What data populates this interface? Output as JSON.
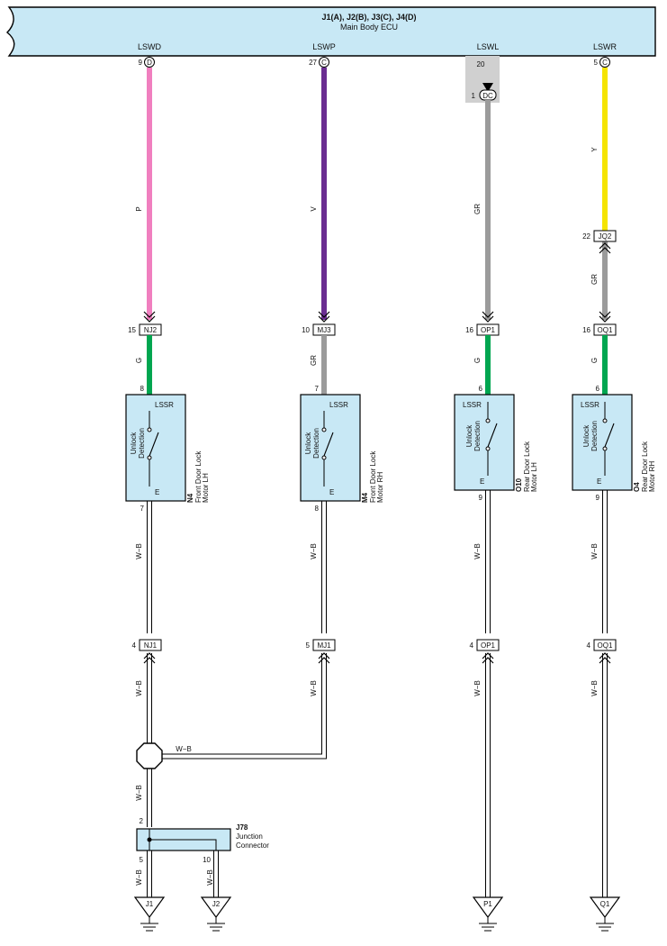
{
  "ecu": {
    "title": "J1(A), J2(B), J3(C), J4(D)",
    "subtitle": "Main Body ECU",
    "terminals": [
      {
        "label": "LSWD",
        "pin": "9",
        "conn": "D"
      },
      {
        "label": "LSWP",
        "pin": "27",
        "conn": "C"
      },
      {
        "label": "LSWL",
        "pin": "20",
        "conn": ""
      },
      {
        "label": "LSWR",
        "pin": "5",
        "conn": "C"
      }
    ]
  },
  "dc_connector": {
    "pin": "1",
    "name": "DC"
  },
  "wire_colors": {
    "P": "#f07fbf",
    "V": "#6a2d91",
    "GR": "#9b9b9b",
    "Y": "#f5e400",
    "G": "#00a650",
    "W-B": "#ffffff"
  },
  "box_fill": "#c8e8f5",
  "top_wire_labels": [
    "P",
    "V",
    "GR",
    "Y"
  ],
  "jq2": {
    "pin": "22",
    "name": "JQ2",
    "lower_wire": "GR"
  },
  "upper_connectors": [
    {
      "pin": "15",
      "name": "NJ2"
    },
    {
      "pin": "10",
      "name": "MJ3"
    },
    {
      "pin": "16",
      "name": "OP1"
    },
    {
      "pin": "16",
      "name": "OQ1"
    }
  ],
  "motor_wire_labels": [
    "G",
    "GR",
    "G",
    "G"
  ],
  "motors": [
    {
      "id": "N4",
      "name_line1": "Front Door Lock",
      "name_line2": "Motor LH",
      "top_pin": "8",
      "bottom_pin": "7",
      "lssr": "LSSR",
      "e": "E",
      "detect1": "Unlock",
      "detect2": "Detection"
    },
    {
      "id": "M4",
      "name_line1": "Front Door Lock",
      "name_line2": "Motor RH",
      "top_pin": "7",
      "bottom_pin": "8",
      "lssr": "LSSR",
      "e": "E",
      "detect1": "Unlock",
      "detect2": "Detection"
    },
    {
      "id": "O10",
      "name_line1": "Rear Door Lock",
      "name_line2": "Motor LH",
      "top_pin": "6",
      "bottom_pin": "9",
      "lssr": "LSSR",
      "e": "E",
      "detect1": "Unlock",
      "detect2": "Detection"
    },
    {
      "id": "O4",
      "name_line1": "Rear Door Lock",
      "name_line2": "Motor RH",
      "top_pin": "6",
      "bottom_pin": "9",
      "lssr": "LSSR",
      "e": "E",
      "detect1": "Unlock",
      "detect2": "Detection"
    }
  ],
  "ground_wire_label": "W−B",
  "lower_connectors": [
    {
      "pin": "4",
      "name": "NJ1"
    },
    {
      "pin": "5",
      "name": "MJ1"
    },
    {
      "pin": "4",
      "name": "OP1"
    },
    {
      "pin": "4",
      "name": "OQ1"
    }
  ],
  "junction": {
    "id": "J78",
    "name_line1": "Junction",
    "name_line2": "Connector",
    "pin_top": "2",
    "pin_left": "5",
    "pin_right": "10"
  },
  "grounds": [
    "J1",
    "J2",
    "P1",
    "Q1"
  ]
}
